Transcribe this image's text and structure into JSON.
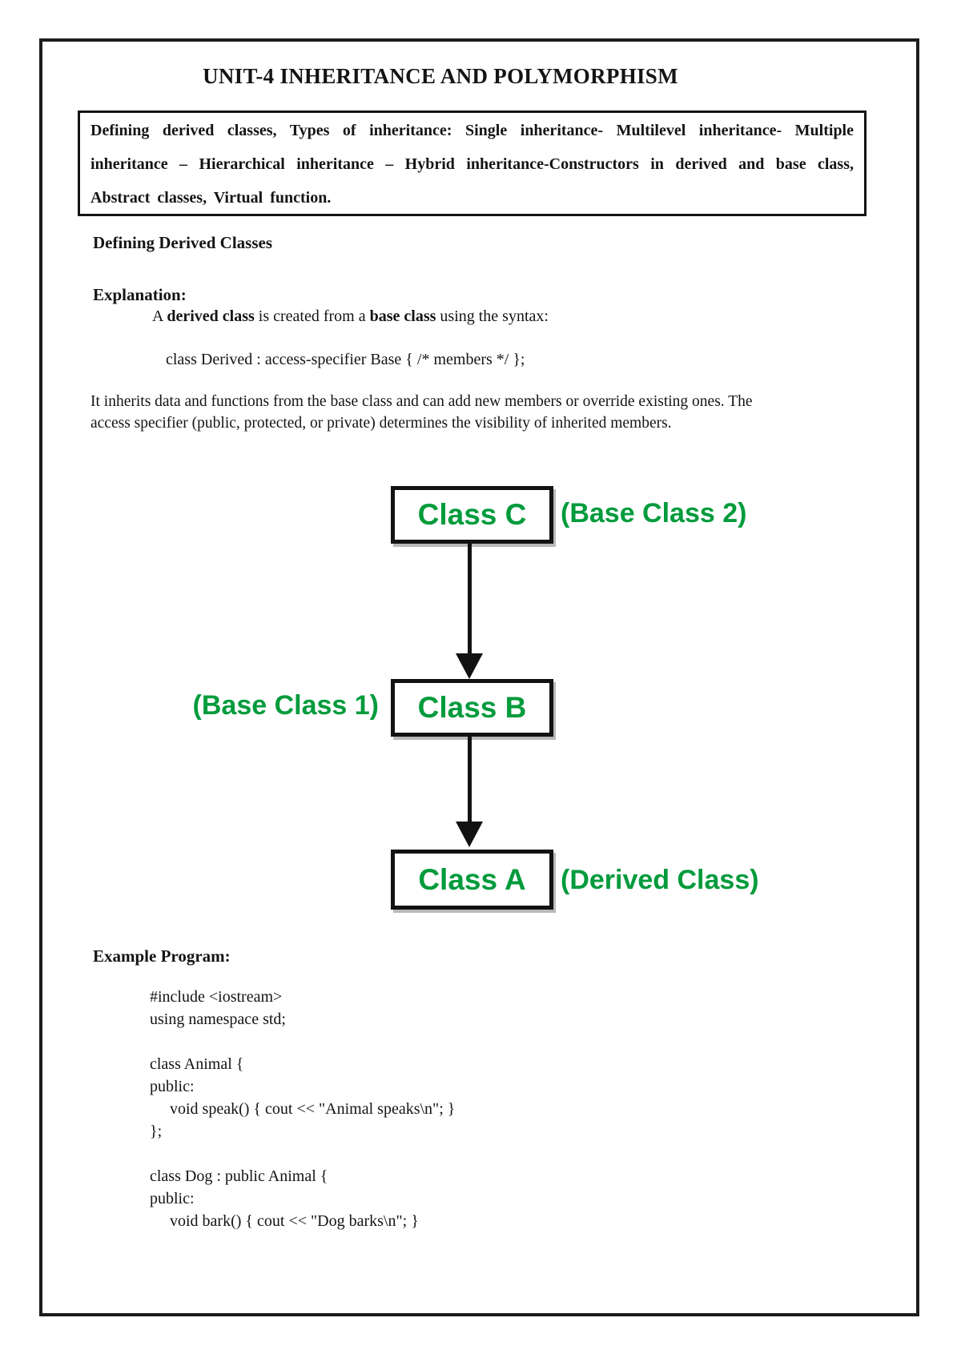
{
  "page": {
    "title": "UNIT-4 INHERITANCE AND POLYMORPHISM",
    "syllabus": "Defining derived classes, Types of inheritance: Single inheritance- Multilevel inheritance- Multiple inheritance – Hierarchical inheritance – Hybrid inheritance-Constructors in derived and base class, Abstract classes, Virtual function.",
    "headings": {
      "defining": "Defining Derived Classes",
      "explanation": "Explanation:",
      "example": "Example Program:"
    },
    "explanation_line": {
      "prefix": "A ",
      "term1": "derived class",
      "middle": " is created from a ",
      "term2": "base class",
      "suffix": " using the syntax:"
    },
    "syntax_line": "class Derived : access-specifier Base { /* members */ };",
    "paragraph": "It inherits data and functions from the base class and can add new members or override existing ones. The access specifier (public, protected, or private) determines the visibility of inherited members."
  },
  "diagram": {
    "label_color": "#009B3C",
    "nodes": [
      {
        "label": "Class C",
        "annotation": "(Base Class 2)"
      },
      {
        "label": "Class B",
        "annotation": "(Base Class 1)"
      },
      {
        "label": "Class A",
        "annotation": "(Derived Class)"
      }
    ]
  },
  "code": {
    "lines": [
      "#include <iostream>",
      "using namespace std;",
      "",
      "class Animal {",
      "public:",
      "     void speak() { cout << \"Animal speaks\\n\"; }",
      "};",
      "",
      "class Dog : public Animal {",
      "public:",
      "     void bark() { cout << \"Dog barks\\n\"; }"
    ]
  }
}
